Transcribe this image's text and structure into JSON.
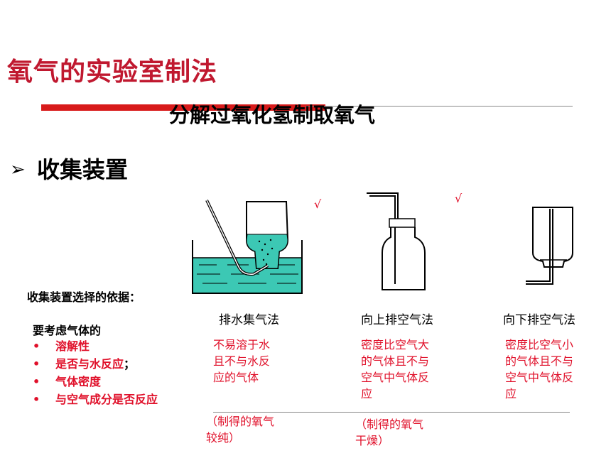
{
  "title": "氧气的实验室制法",
  "subtitle": "分解过氧化氢制取氧气",
  "section": {
    "bullet": "➢",
    "heading": "收集装置"
  },
  "basis_label": "收集装置选择的依据：",
  "consider_label": "要考虑气体的",
  "reasons": [
    {
      "bullet": "•",
      "text": "溶解性",
      "tail": ""
    },
    {
      "bullet": "•",
      "text": "是否与水反应",
      "tail": "；"
    },
    {
      "bullet": "•",
      "text": "气体密度",
      "tail": ""
    },
    {
      "bullet": "•",
      "text": "与空气成分是否反应",
      "tail": ""
    }
  ],
  "methods": [
    {
      "name": "排水集气法",
      "desc_lines": [
        "不易溶于水",
        "且不与水反",
        "应的气体"
      ],
      "note_lines": [
        "（制得的氧气",
        "较纯）"
      ],
      "check": "√"
    },
    {
      "name": "向上排空气法",
      "desc_lines": [
        "密度比空气大",
        "的气体且不与",
        "空气中气体反",
        "应"
      ],
      "note_lines": [
        "（制得的氧气",
        "干燥）"
      ],
      "check": "√"
    },
    {
      "name": "向下排空气法",
      "desc_lines": [
        "密度比空气小",
        "的气体且不与",
        "空气中气体反",
        "应"
      ],
      "note_lines": [],
      "check": ""
    }
  ],
  "colors": {
    "title": "#c0182f",
    "accent_red": "#e0102a",
    "water": "#3cc8b4"
  }
}
